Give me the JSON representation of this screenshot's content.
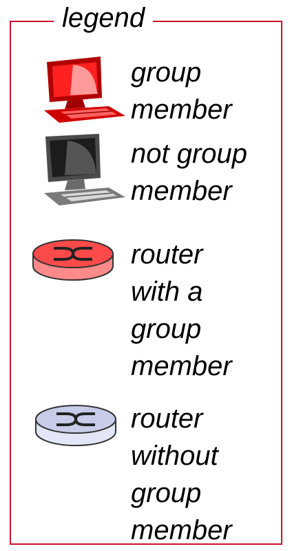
{
  "legend": {
    "title": "legend",
    "items": [
      {
        "icon": "computer-red-icon",
        "label": "group\nmember"
      },
      {
        "icon": "computer-gray-icon",
        "label": "not group\nmember"
      },
      {
        "icon": "router-red-icon",
        "label": "router\nwith a\ngroup\nmember"
      },
      {
        "icon": "router-blue-icon",
        "label": "router\nwithout\ngroup\nmember"
      }
    ]
  },
  "colors": {
    "frame": "#c8102e",
    "group_member": "#e10000",
    "router_with_member": "#f04040",
    "router_without_member": "#c8cce8"
  }
}
